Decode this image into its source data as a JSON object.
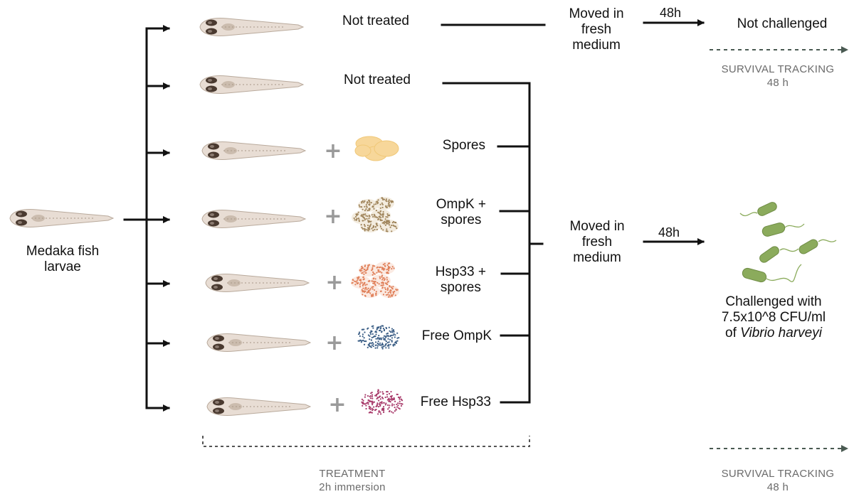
{
  "start": {
    "label_line1": "Medaka fish",
    "label_line2": "larvae"
  },
  "groups": [
    {
      "label_line1": "Not treated",
      "label_line2": "",
      "additive": ""
    },
    {
      "label_line1": "Not treated",
      "label_line2": "",
      "additive": ""
    },
    {
      "label_line1": "Spores",
      "label_line2": "",
      "additive": "spores-icon"
    },
    {
      "label_line1": "OmpK +",
      "label_line2": "spores",
      "additive": "ompk-spores-icon"
    },
    {
      "label_line1": "Hsp33 +",
      "label_line2": "spores",
      "additive": "hsp33-spores-icon"
    },
    {
      "label_line1": "Free OmpK",
      "label_line2": "",
      "additive": "free-ompk-icon"
    },
    {
      "label_line1": "Free Hsp33",
      "label_line2": "",
      "additive": "free-hsp33-icon"
    }
  ],
  "plus_symbol": "+",
  "top_path": {
    "moved_line1": "Moved in",
    "moved_line2": "fresh",
    "moved_line3": "medium",
    "duration": "48h",
    "outcome": "Not challenged",
    "tracking_line1": "SURVIVAL TRACKING",
    "tracking_line2": "48 h"
  },
  "bottom_path": {
    "moved_line1": "Moved in",
    "moved_line2": "fresh",
    "moved_line3": "medium",
    "duration": "48h",
    "outcome_line1": "Challenged with",
    "outcome_line2": "7.5x10^8 CFU/ml",
    "outcome_line3_prefix": "of ",
    "outcome_line3_species": "Vibrio harveyi",
    "tracking_line1": "SURVIVAL TRACKING",
    "tracking_line2": "48 h"
  },
  "treatment": {
    "line1": "TREATMENT",
    "line2": "2h immersion"
  },
  "colors": {
    "line": "#111111",
    "dashed_arrow": "#4a5a52",
    "fish_body": "#e8ddd4",
    "fish_outline": "#b9aa9c",
    "fish_eye": "#4a3a30",
    "spores": "#f7d79a",
    "ompk_spores_dots": "#a0855c",
    "hsp33_spores_dots": "#e0805a",
    "free_ompk": "#3b5e86",
    "free_hsp33": "#a83a6a",
    "bacteria": "#8bab5c",
    "gray_text": "#6b6b6b"
  }
}
